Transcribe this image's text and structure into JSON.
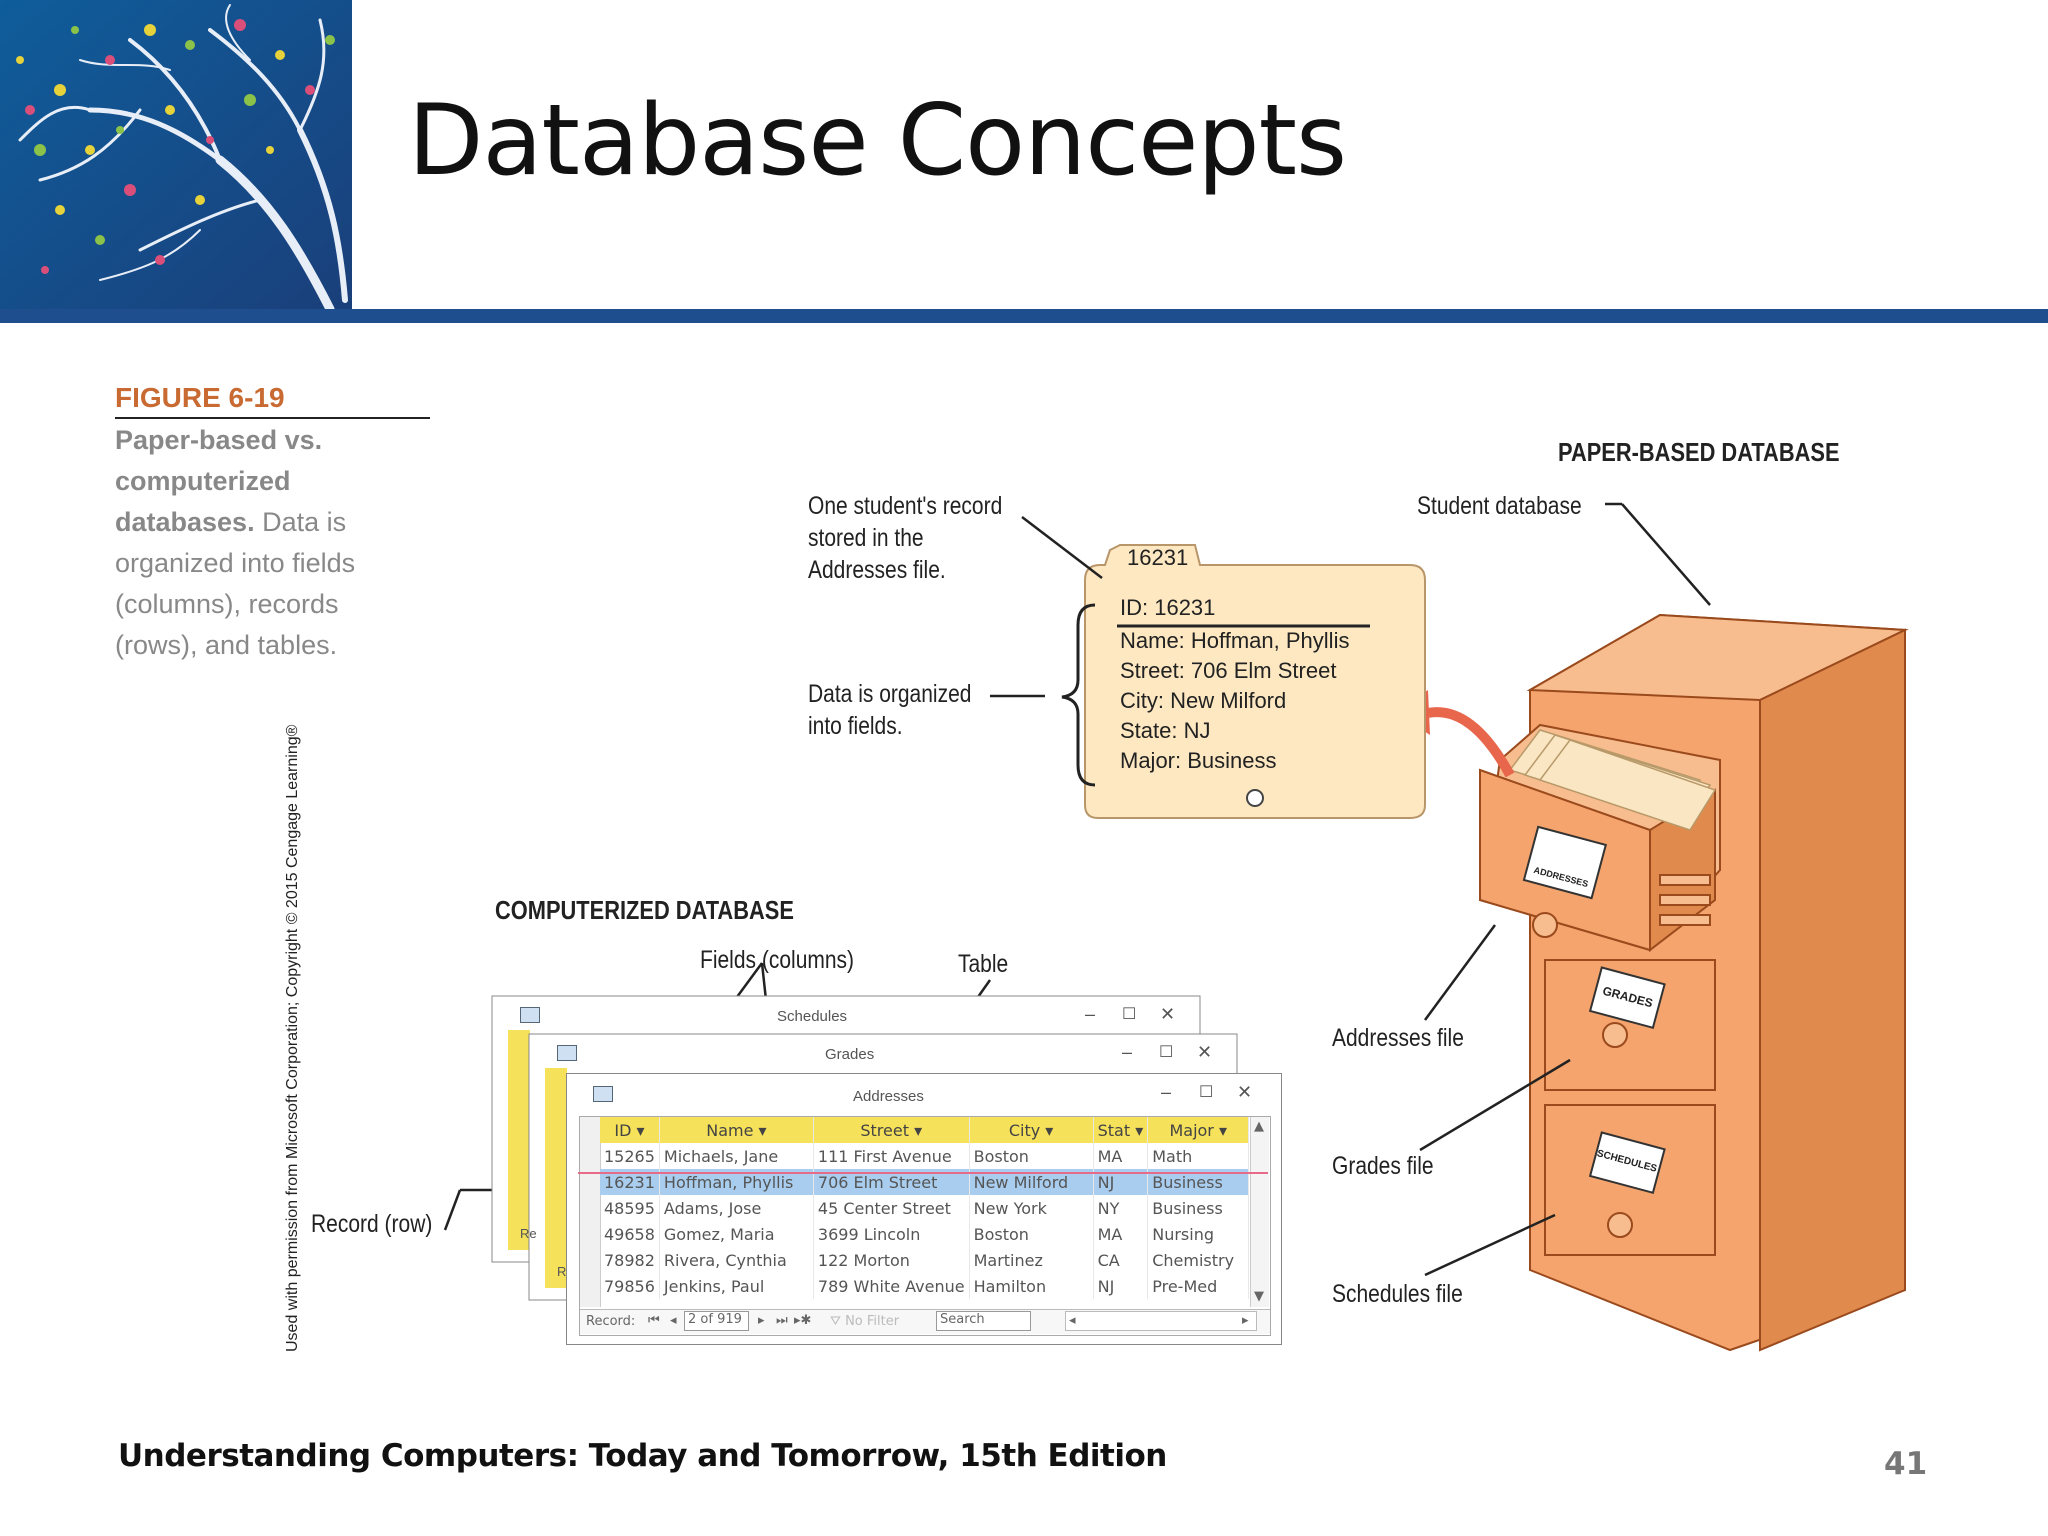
{
  "slide": {
    "title": "Database Concepts",
    "footer": "Understanding Computers: Today and Tomorrow, 15th Edition",
    "page_number": "41"
  },
  "figure": {
    "label": "FIGURE 6-19",
    "caption_bold": "Paper-based vs. computerized databases.",
    "caption_rest": " Data is organized into fields (columns), records (rows), and tables.",
    "copyright": "Used with permission from Microsoft Corporation; Copyright © 2015 Cengage Learning®"
  },
  "paper_db": {
    "heading": "PAPER-BASED DATABASE",
    "student_database_label": "Student database",
    "record_callout": [
      "One student's record",
      "stored in the",
      "Addresses file."
    ],
    "fields_callout": [
      "Data is organized",
      "into fields."
    ],
    "card_tab": "16231",
    "card_fields": [
      "ID: 16231",
      "Name: Hoffman, Phyllis",
      "Street: 706 Elm Street",
      "City: New Milford",
      "State: NJ",
      "Major: Business"
    ],
    "drawer_labels": [
      "ADDRESSES",
      "GRADES",
      "SCHEDULES"
    ],
    "file_labels": [
      "Addresses file",
      "Grades file",
      "Schedules file"
    ]
  },
  "computer_db": {
    "heading": "COMPUTERIZED DATABASE",
    "fields_label": "Fields (columns)",
    "table_label": "Table",
    "record_label": "Record (row)",
    "windows": [
      "Schedules",
      "Grades",
      "Addresses"
    ],
    "columns": [
      "ID",
      "Name",
      "Street",
      "City",
      "Stat",
      "Major"
    ],
    "rows": [
      [
        "15265",
        "Michaels, Jane",
        "111 First Avenue",
        "Boston",
        "MA",
        "Math"
      ],
      [
        "16231",
        "Hoffman, Phyllis",
        "706 Elm Street",
        "New Milford",
        "NJ",
        "Business"
      ],
      [
        "48595",
        "Adams, Jose",
        "45 Center Street",
        "New York",
        "NY",
        "Business"
      ],
      [
        "49658",
        "Gomez, Maria",
        "3699 Lincoln",
        "Boston",
        "MA",
        "Nursing"
      ],
      [
        "78982",
        "Rivera, Cynthia",
        "122 Morton",
        "Martinez",
        "CA",
        "Chemistry"
      ],
      [
        "79856",
        "Jenkins, Paul",
        "789 White Avenue",
        "Hamilton",
        "NJ",
        "Pre-Med"
      ]
    ],
    "selected_row": 1,
    "nav": {
      "record_label": "Record:",
      "position": "2 of 919",
      "filter": "No Filter",
      "search": "Search"
    },
    "back_window_stub": "Re"
  },
  "colors": {
    "header_blue": "#1f4e8e",
    "figure_orange": "#c86a32",
    "cabinet_orange": "#f4a46c",
    "card_fill": "#fde8c2",
    "header_yellow": "#f5e15a",
    "selected_row": "#a9cdee"
  }
}
